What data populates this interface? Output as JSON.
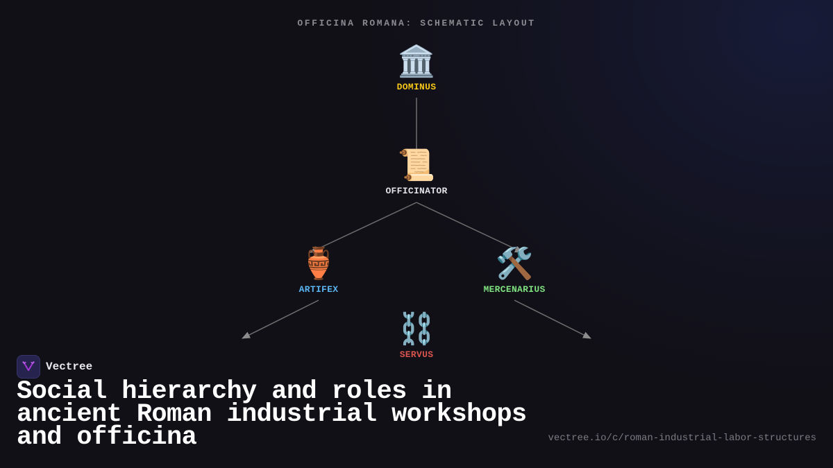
{
  "diagram": {
    "title": "OFFICINA ROMANA: SCHEMATIC LAYOUT",
    "line_color": "#777777",
    "nodes": [
      {
        "id": "dominus",
        "label": "DOMINUS",
        "icon": "classical-building-icon",
        "glyph": "🏛️",
        "color": "#f5c518"
      },
      {
        "id": "officinator",
        "label": "OFFICINATOR",
        "icon": "scroll-icon",
        "glyph": "📜",
        "color": "#e2e2e6"
      },
      {
        "id": "artifex",
        "label": "ARTIFEX",
        "icon": "amphora-icon",
        "glyph": "🏺",
        "color": "#5ab4f0"
      },
      {
        "id": "mercenarius",
        "label": "MERCENARIUS",
        "icon": "hammer-and-wrench-icon",
        "glyph": "🛠️",
        "color": "#7ee07e"
      },
      {
        "id": "servus",
        "label": "SERVUS",
        "icon": "chains-icon",
        "glyph": "⛓️",
        "color": "#d9534f"
      }
    ],
    "edges": [
      {
        "from": "dominus",
        "to": "officinator",
        "arrow": false
      },
      {
        "from": "officinator",
        "to": "artifex",
        "arrow": true
      },
      {
        "from": "officinator",
        "to": "mercenarius",
        "arrow": true
      },
      {
        "from": "artifex",
        "to": "lower-left",
        "arrow": true
      },
      {
        "from": "mercenarius",
        "to": "lower-right",
        "arrow": true
      }
    ]
  },
  "footer": {
    "brand_name": "Vectree",
    "brand_icon": "vectree-logo-icon",
    "brand_accent": "#a43ad6",
    "headline": "Social hierarchy and roles in ancient Roman industrial workshops and officina",
    "source_url": "vectree.io/c/roman-industrial-labor-structures"
  },
  "colors": {
    "background": "#111017",
    "title_gray": "#8a8a90",
    "headline": "#ffffff",
    "url_gray": "#7b7b82"
  }
}
